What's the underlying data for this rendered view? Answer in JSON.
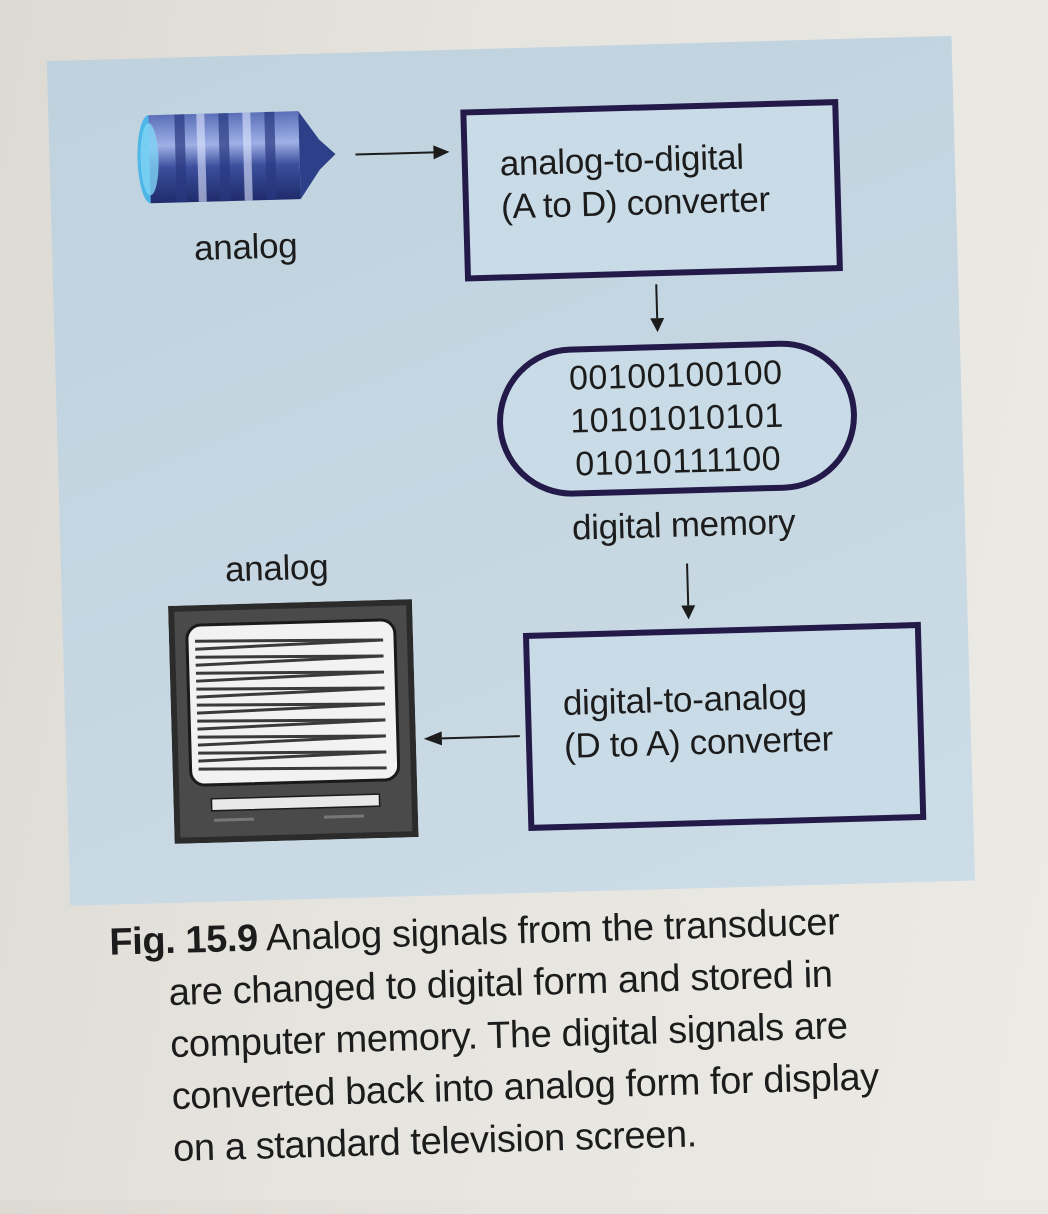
{
  "figure": {
    "transducer_label": "analog",
    "monitor_label": "analog",
    "adc": {
      "line1": "analog-to-digital",
      "line2": "(A to D) converter"
    },
    "memory": {
      "bits": [
        "00100100100",
        "10101010101",
        "01010111100"
      ],
      "label": "digital memory"
    },
    "dac": {
      "line1": "digital-to-analog",
      "line2": "(D to A) converter"
    },
    "icons": [
      "transducer-icon",
      "monitor-icon"
    ]
  },
  "caption": {
    "fig_label": "Fig. 15.9",
    "first_line": "Analog signals from the transducer",
    "lines": [
      "are changed to digital form and stored in",
      "computer memory. The digital signals are",
      "converted back into analog form for display",
      "on a standard television screen."
    ]
  }
}
